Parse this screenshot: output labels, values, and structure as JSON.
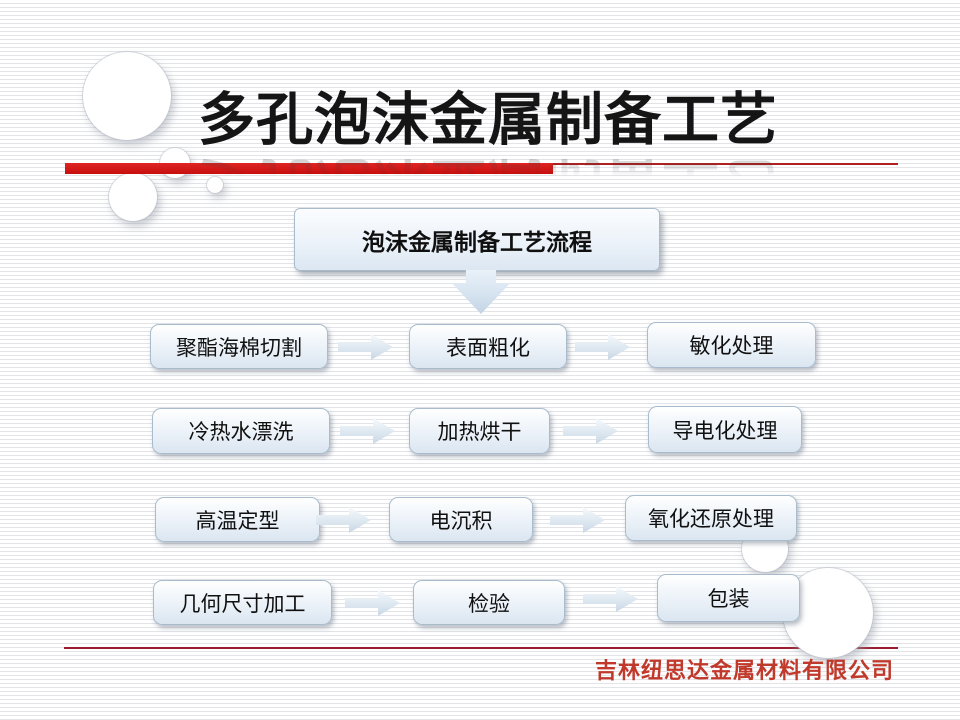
{
  "slide": {
    "title": "多孔泡沫金属制备工艺",
    "flowchart": {
      "header": "泡沫金属制备工艺流程",
      "rows": [
        [
          "聚酯海棉切割",
          "表面粗化",
          "敏化处理"
        ],
        [
          "冷热水漂洗",
          "加热烘干",
          "导电化处理"
        ],
        [
          "高温定型",
          "电沉积",
          "氧化还原处理"
        ],
        [
          "几何尺寸加工",
          "检验",
          "包装"
        ]
      ]
    },
    "footer": {
      "company": "吉林纽思达金属材料有限公司"
    },
    "colors": {
      "accent_red_bar": "#c60f0f",
      "footer_line_red": "#9b1c2e",
      "footer_text_red": "#c0392b",
      "box_border_blue": "#a9bccd",
      "box_fill_blue": "#dbe6f1",
      "title_black": "#151515"
    }
  }
}
